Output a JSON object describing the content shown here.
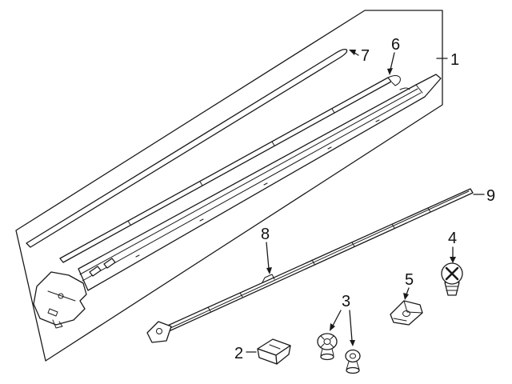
{
  "diagram": {
    "name": "exploded-parts-diagram",
    "background_color": "#ffffff",
    "line_color": "#1a1a1a",
    "callouts": [
      {
        "label": "1",
        "part": "rocker-panel-assembly"
      },
      {
        "label": "2",
        "part": "mount-clip"
      },
      {
        "label": "3",
        "part": "fasteners"
      },
      {
        "label": "4",
        "part": "screw-grommet"
      },
      {
        "label": "5",
        "part": "retainer-clip"
      },
      {
        "label": "6",
        "part": "middle-molding"
      },
      {
        "label": "7",
        "part": "upper-molding-strip"
      },
      {
        "label": "8",
        "part": "scuff-strip"
      },
      {
        "label": "9",
        "part": "scuff-strip-edge"
      }
    ]
  }
}
